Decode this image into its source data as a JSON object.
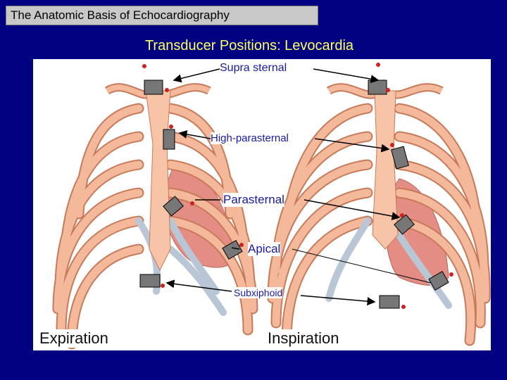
{
  "header": {
    "title": "The Anatomic Basis of Echocardiography"
  },
  "figure": {
    "subtitle": "Transducer Positions: Levocardia",
    "labels": {
      "supra_sternal": "Supra sternal",
      "high_parasternal": "High-parasternal",
      "parasternal": "Parasternal",
      "apical": "Apical",
      "subxiphoid": "Subxiphoid"
    },
    "captions": {
      "left": "Expiration",
      "right": "Inspiration"
    }
  },
  "colors": {
    "background": "#000080",
    "title_box": "#c8c8c8",
    "subtitle": "#ffff66",
    "label_text": "#1a1aa0",
    "heart": "#e07a70",
    "bone": "#f4b89a",
    "cartilage": "#b8c6d6"
  }
}
